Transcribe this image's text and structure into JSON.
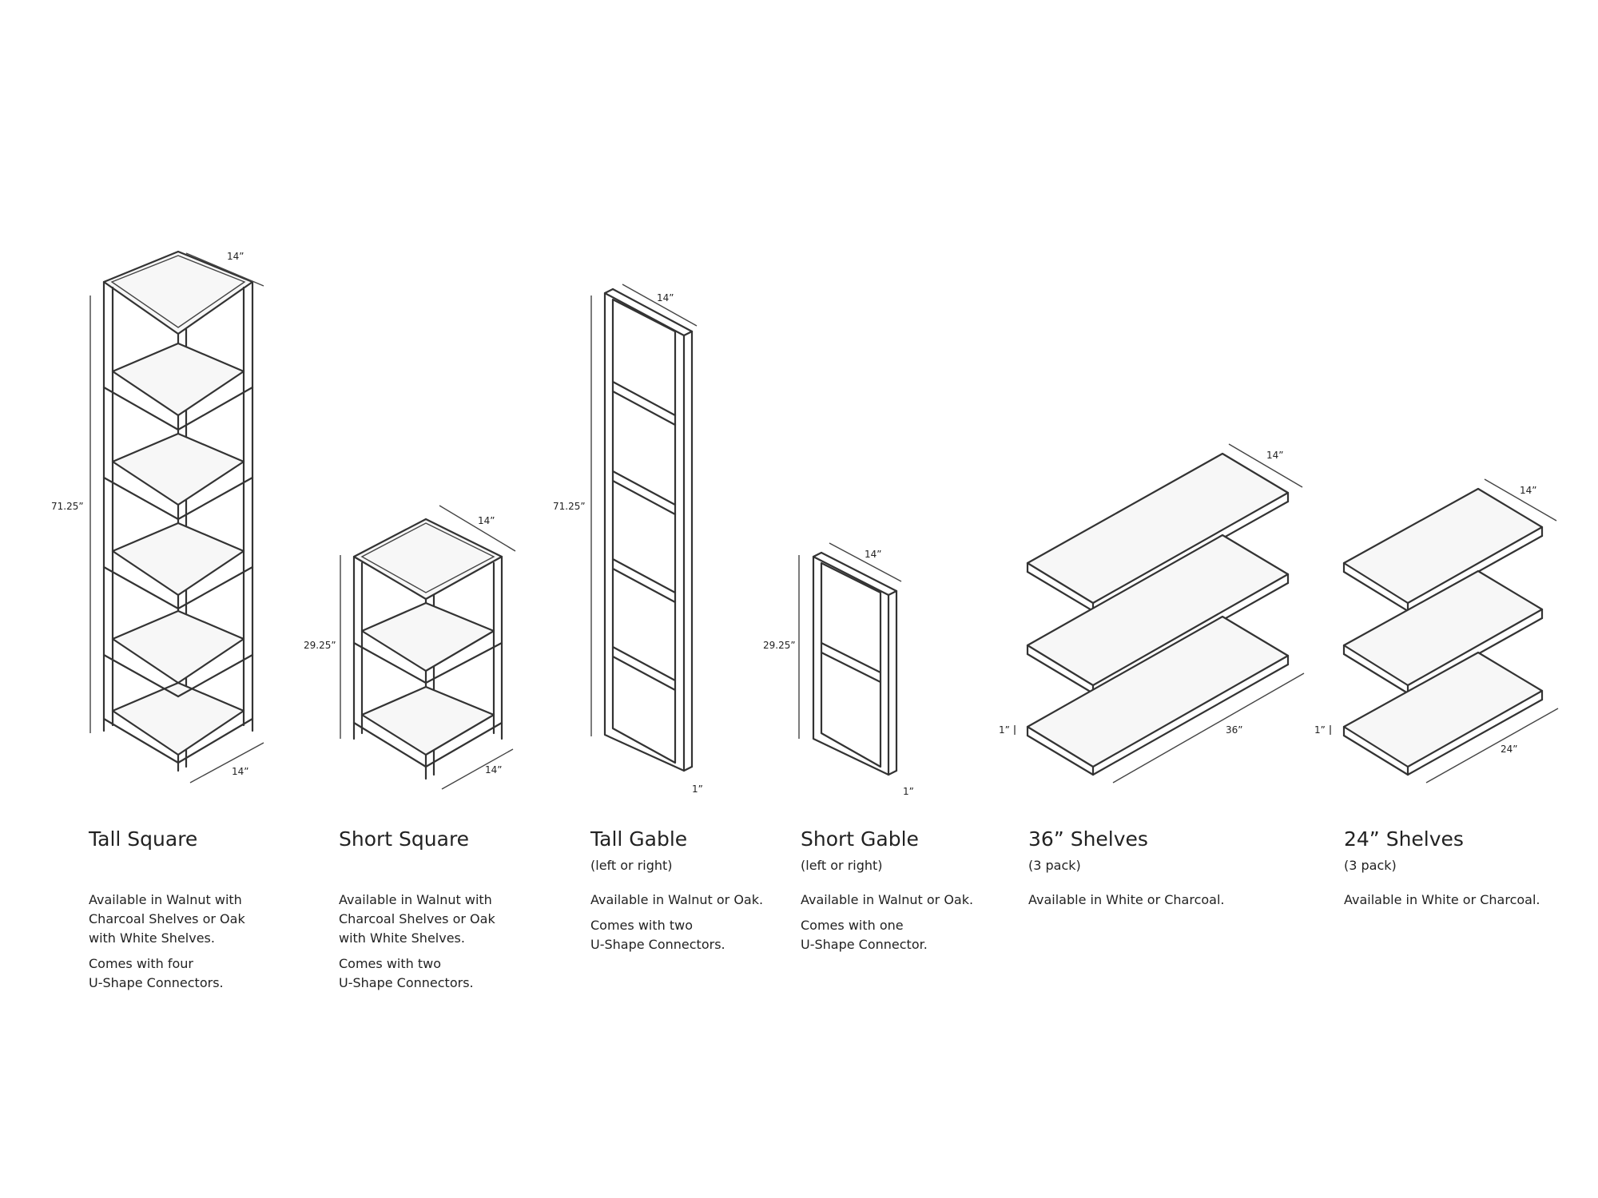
{
  "dimensions": {
    "tall_square": {
      "width": "14”",
      "depth": "14”",
      "height": "71.25”"
    },
    "short_square": {
      "width": "14”",
      "depth": "14”",
      "height": "29.25”"
    },
    "tall_gable": {
      "depth": "14”",
      "height": "71.25”",
      "thickness": "1”"
    },
    "short_gable": {
      "depth": "14”",
      "height": "29.25”",
      "thickness": "1”"
    },
    "shelves_36": {
      "depth": "14”",
      "length": "36”",
      "thickness": "1”"
    },
    "shelves_24": {
      "depth": "14”",
      "length": "24”",
      "thickness": "1”"
    }
  },
  "products": [
    {
      "title": "Tall Square",
      "subtitle": "",
      "lines": [
        "Available in Walnut with\nCharcoal Shelves or Oak\nwith White Shelves.",
        "Comes with four\nU-Shape Connectors."
      ]
    },
    {
      "title": "Short Square",
      "subtitle": "",
      "lines": [
        "Available in Walnut with\nCharcoal Shelves or Oak\nwith White Shelves.",
        "Comes with two\nU-Shape Connectors."
      ]
    },
    {
      "title": "Tall Gable",
      "subtitle": "(left or right)",
      "lines": [
        "Available in Walnut or Oak.",
        "Comes with two\nU-Shape Connectors."
      ]
    },
    {
      "title": "Short Gable",
      "subtitle": "(left or right)",
      "lines": [
        "Available in Walnut or Oak.",
        "Comes with one\nU-Shape Connector."
      ]
    },
    {
      "title": "36” Shelves",
      "subtitle": "(3 pack)",
      "lines": [
        "Available in White or Charcoal."
      ]
    },
    {
      "title": "24” Shelves",
      "subtitle": "(3 pack)",
      "lines": [
        "Available in White or Charcoal."
      ]
    }
  ]
}
